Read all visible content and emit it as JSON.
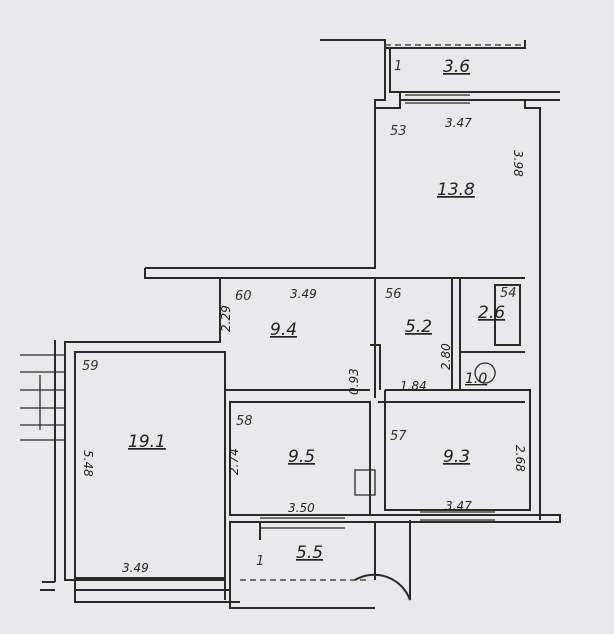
{
  "title": "Apartment floor plan",
  "rooms": [
    {
      "id": "room-53",
      "number": "53",
      "area": "13.8",
      "width": "3.47",
      "height": "3.98"
    },
    {
      "id": "room-60",
      "number": "60",
      "area": "9.4",
      "width": "3.49",
      "height": "2.29"
    },
    {
      "id": "room-56",
      "number": "56",
      "area": "5.2",
      "height": "2.80",
      "door": "0.93",
      "width": "1.84"
    },
    {
      "id": "room-54",
      "number": "54",
      "area": "2.6"
    },
    {
      "id": "room-wc",
      "area": "1.0"
    },
    {
      "id": "room-59",
      "number": "59",
      "area": "19.1",
      "width": "3.49",
      "height": "5.48"
    },
    {
      "id": "room-58",
      "number": "58",
      "area": "9.5",
      "width": "3.50",
      "height": "2.74"
    },
    {
      "id": "room-57",
      "number": "57",
      "area": "9.3",
      "width": "3.47",
      "height": "2.68"
    }
  ],
  "balconies": [
    {
      "number": "1",
      "area": "3.6"
    },
    {
      "number": "1",
      "area": "5.5"
    }
  ],
  "colors": {
    "paper": "#e9e9eb",
    "ink": "#2a2a2a"
  }
}
